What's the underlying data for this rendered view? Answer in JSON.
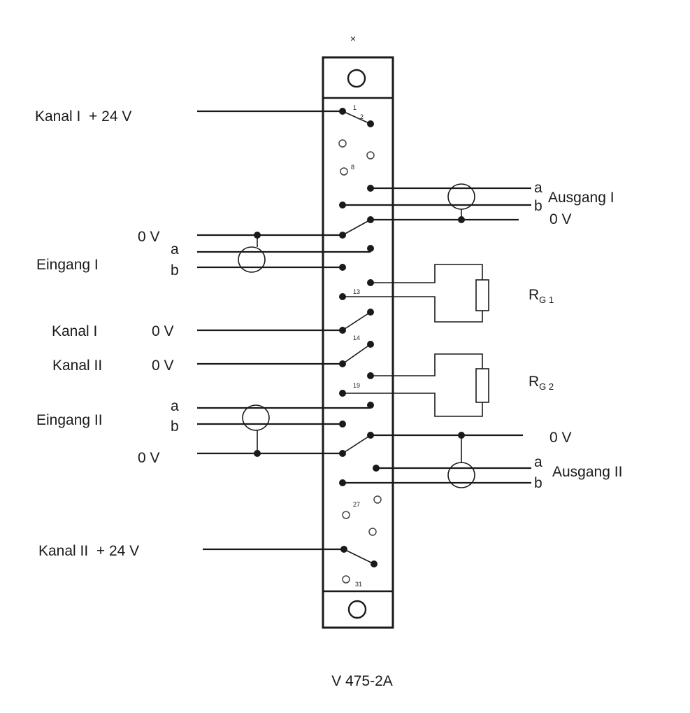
{
  "diagram": {
    "model_code": "V 475-2A",
    "top_mark": "×",
    "left_labels": {
      "kanal1_24v": "Kanal I  + 24 V",
      "ov_top": "0 V",
      "a_eing1": "a",
      "eingang1": "Eingang I",
      "b_eing1": "b",
      "kanal1": "Kanal I",
      "kanal1_ov": "0 V",
      "kanal2": "Kanal II",
      "kanal2_ov": "0 V",
      "a_eing2": "a",
      "eingang2": "Eingang II",
      "b_eing2": "b",
      "ov_eing2": "0 V",
      "kanal2_24v": "Kanal II  + 24 V"
    },
    "right_labels": {
      "a_aus1": "a",
      "ausgang1": "Ausgang I",
      "b_aus1": "b",
      "ov_aus1": "0 V",
      "rg1_main": "R",
      "rg1_sub": "G 1",
      "rg2_main": "R",
      "rg2_sub": "G 2",
      "ov_aus2": "0 V",
      "a_aus2": "a",
      "ausgang2": "Ausgang II",
      "b_aus2": "b"
    },
    "pin_numbers": {
      "p1": "1",
      "p2": "2",
      "p8": "8",
      "p13": "13",
      "p14": "14",
      "p19": "19",
      "p27": "27",
      "p31": "31"
    }
  }
}
